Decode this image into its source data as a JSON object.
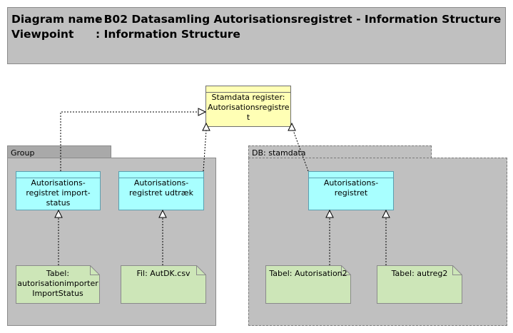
{
  "header": {
    "diagram_label": "Diagram name",
    "diagram_value": ": B02 Datasamling Autorisationsregistret - Information Structure",
    "viewpoint_label": "Viewpoint",
    "viewpoint_value": ": Information Structure"
  },
  "groups": {
    "group": {
      "label": "Group"
    },
    "db": {
      "label": "DB: stamdata"
    }
  },
  "nodes": {
    "stamdata": {
      "label": "Stamdata register: Autorisationsregistre t"
    },
    "import_status": {
      "label": "Autorisations-registret import-status"
    },
    "udtraek": {
      "label": "Autorisations-registret udtræk"
    },
    "autreg": {
      "label": "Autorisations-registret"
    }
  },
  "artifacts": {
    "tabel_import": {
      "label": "Tabel: autorisationimporter ImportStatus"
    },
    "fil": {
      "label": "Fil: AutDK.csv"
    },
    "tabel_autorisation2": {
      "label": "Tabel: Autorisation2"
    },
    "tabel_autreg2": {
      "label": "Tabel: autreg2"
    }
  },
  "colors": {
    "header_bg": "#c0c0c0",
    "node_yellow": "#ffffb5",
    "node_cyan": "#a8ffff",
    "artifact_green": "#cde6b8"
  },
  "relations": [
    {
      "from": "import_status",
      "to": "stamdata",
      "type": "realization"
    },
    {
      "from": "udtraek",
      "to": "stamdata",
      "type": "realization"
    },
    {
      "from": "autreg",
      "to": "stamdata",
      "type": "realization"
    },
    {
      "from": "tabel_import",
      "to": "import_status",
      "type": "realization"
    },
    {
      "from": "fil",
      "to": "udtraek",
      "type": "realization"
    },
    {
      "from": "tabel_autorisation2",
      "to": "autreg",
      "type": "realization"
    },
    {
      "from": "tabel_autreg2",
      "to": "autreg",
      "type": "realization"
    }
  ]
}
